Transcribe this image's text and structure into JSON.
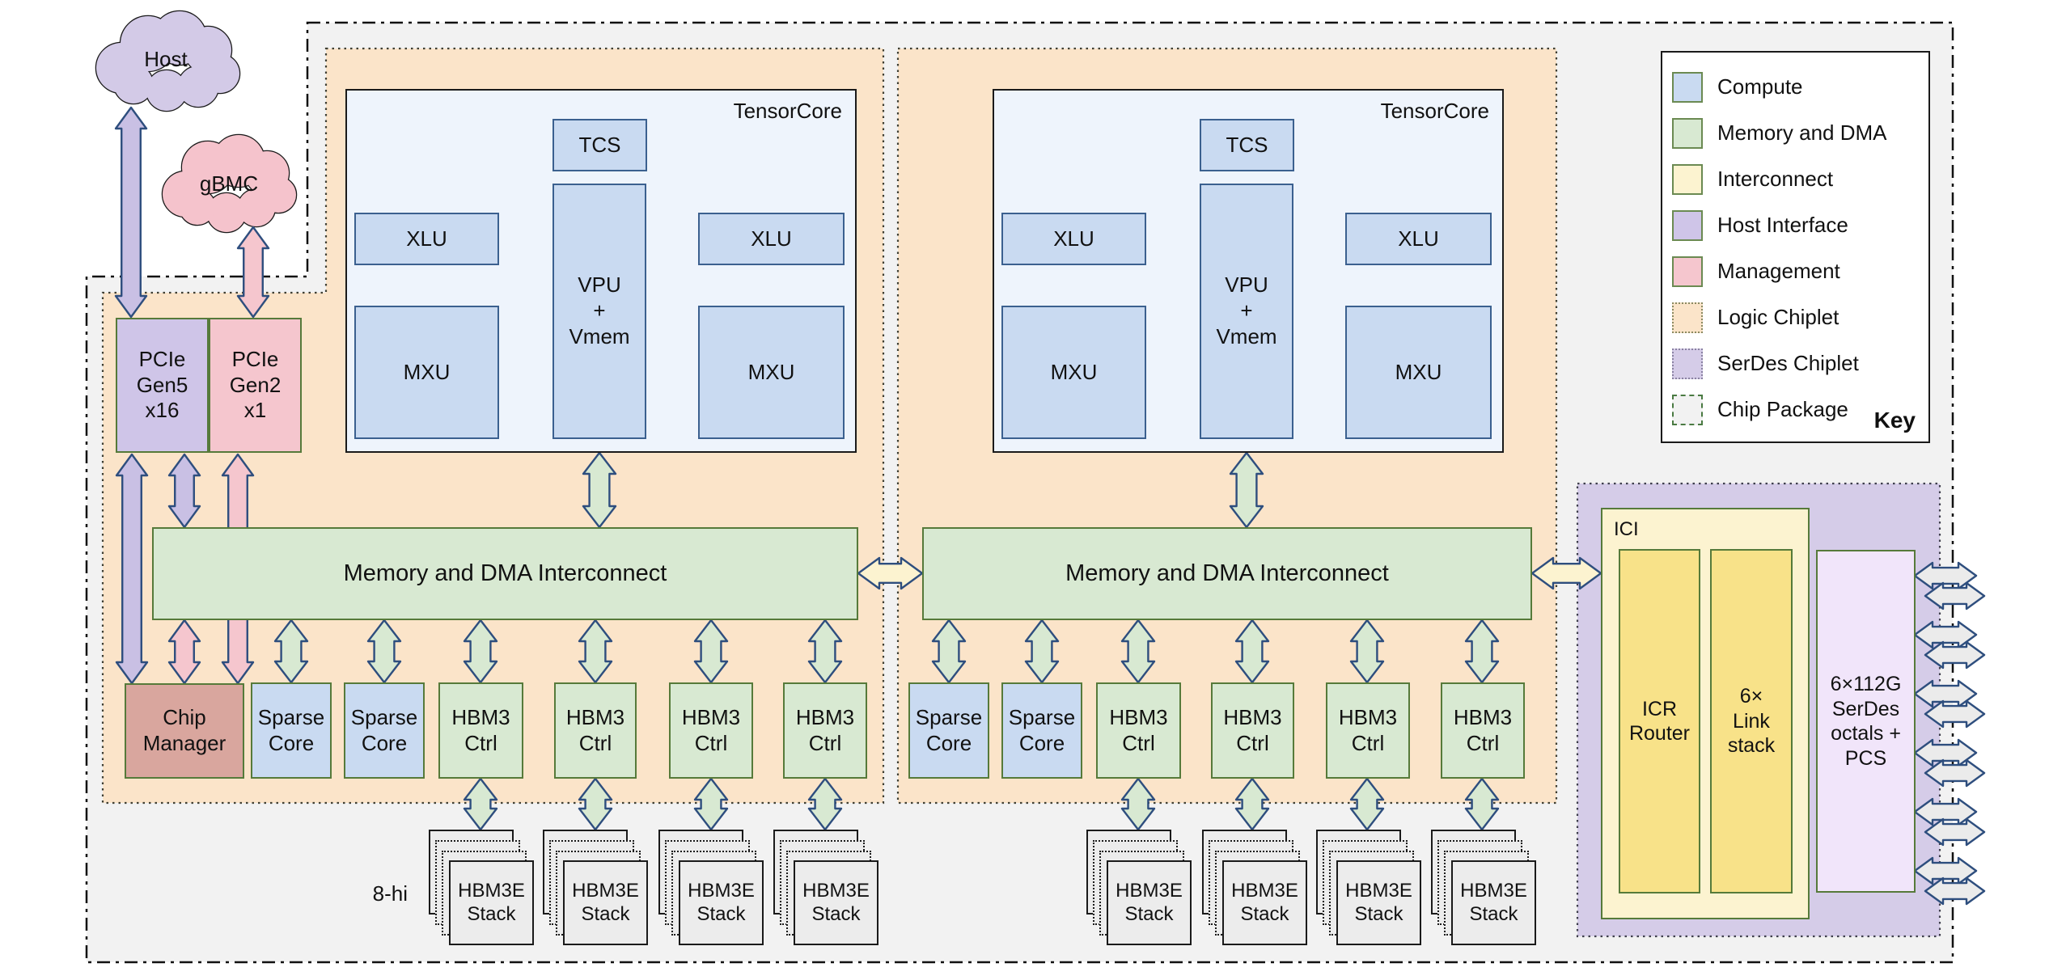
{
  "colors": {
    "compute": "#c9daf1",
    "memory_dma": "#d8e9d2",
    "interconnect": "#fcf3d0",
    "host_interface": "#cfc5e8",
    "management": "#f5c6ce",
    "logic_chiplet": "#fbe4c9",
    "serdes_chiplet": "#d5cce8",
    "chip_package": "#f2f2f2"
  },
  "clouds": {
    "host": "Host",
    "gbmc": "gBMC"
  },
  "pcie": {
    "gen5": "PCIe\nGen5\nx16",
    "gen2": "PCIe\nGen2\nx1"
  },
  "tensorcore": {
    "title": "TensorCore",
    "tcs": "TCS",
    "xlu": "XLU",
    "vpu": "VPU\n+\nVmem",
    "mxu": "MXU"
  },
  "interconnect": {
    "label": "Memory and DMA Interconnect"
  },
  "blocks": {
    "chip_manager": "Chip\nManager",
    "sparse_core": "Sparse\nCore",
    "hbm3_ctrl": "HBM3\nCtrl",
    "hbm3e_stack": "HBM3E\nStack",
    "stack_height": "8-hi"
  },
  "ici": {
    "title": "ICI",
    "router": "ICR\nRouter",
    "link_stack": "6×\nLink\nstack"
  },
  "serdes": {
    "block": "6×112G\nSerDes\noctals +\nPCS"
  },
  "legend": {
    "title": "Key",
    "items": [
      {
        "label": "Compute",
        "swatch": "#c9daf1"
      },
      {
        "label": "Memory and DMA",
        "swatch": "#d8e9d2"
      },
      {
        "label": "Interconnect",
        "swatch": "#fcf3d0"
      },
      {
        "label": "Host Interface",
        "swatch": "#cfc5e8"
      },
      {
        "label": "Management",
        "swatch": "#f5c6ce"
      },
      {
        "label": "Logic Chiplet",
        "swatch": "#fbe4c9"
      },
      {
        "label": "SerDes Chiplet",
        "swatch": "#d5cce8"
      },
      {
        "label": "Chip Package",
        "swatch": "#f2f2f2"
      }
    ]
  }
}
